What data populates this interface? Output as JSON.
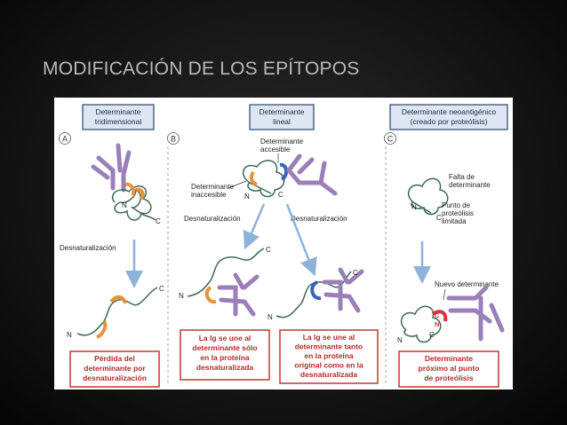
{
  "slide": {
    "title": "MODIFICACIÓN DE LOS EPÍTOPOS"
  },
  "panel_a": {
    "header_line1": "Determinante",
    "header_line2": "tridimensional",
    "letter": "A",
    "step_label": "Desnaturalización",
    "n": "N",
    "c": "C",
    "n2": "N",
    "c2": "C",
    "result": [
      "Pérdida del",
      "determinante por",
      "desnaturalización"
    ]
  },
  "panel_b": {
    "header_line1": "Determinante",
    "header_line2": "lineal",
    "letter": "B",
    "accessible": [
      "Determinante",
      "accesible"
    ],
    "inaccessible": [
      "Determinante",
      "inaccesible"
    ],
    "step_left": "Desnaturalización",
    "step_right": "Desnaturalización",
    "n": "N",
    "c": "C",
    "n_left": "N",
    "c_left": "C",
    "n_right": "N",
    "c_right": "C",
    "result_left": [
      "La Ig se une al",
      "determinante sólo",
      "en la proteína",
      "desnaturalizada"
    ],
    "result_right": [
      "La Ig se une al",
      "determinante tanto",
      "en la proteína",
      "original como en la",
      "desnaturalizada"
    ]
  },
  "panel_c": {
    "header_line1": "Determinante neoantigénico",
    "header_line2": "(creado por proteólisis)",
    "letter": "C",
    "missing": [
      "Falta de",
      "determinante"
    ],
    "cut_point": [
      "Punto de",
      "proteólisis",
      "limitada"
    ],
    "new_determinant": "Nuevo determinante",
    "n": "N",
    "c": "C",
    "n2": "N",
    "c_red": "C",
    "n_red": "N",
    "c2": "C",
    "result": [
      "Determinante",
      "próximo al punto",
      "de proteólisis"
    ]
  },
  "colors": {
    "antibody": "#9b7fb8",
    "antibody_dark": "#6e5391",
    "chain": "#3d6b52",
    "orange_epitope": "#e8923a",
    "blue_epitope": "#3b63b5",
    "red_epitope": "#d8303f",
    "arrow": "#8fb2da",
    "result_border": "#c0392b",
    "header_border": "#27456e",
    "header_fill": "#dde6f2"
  }
}
